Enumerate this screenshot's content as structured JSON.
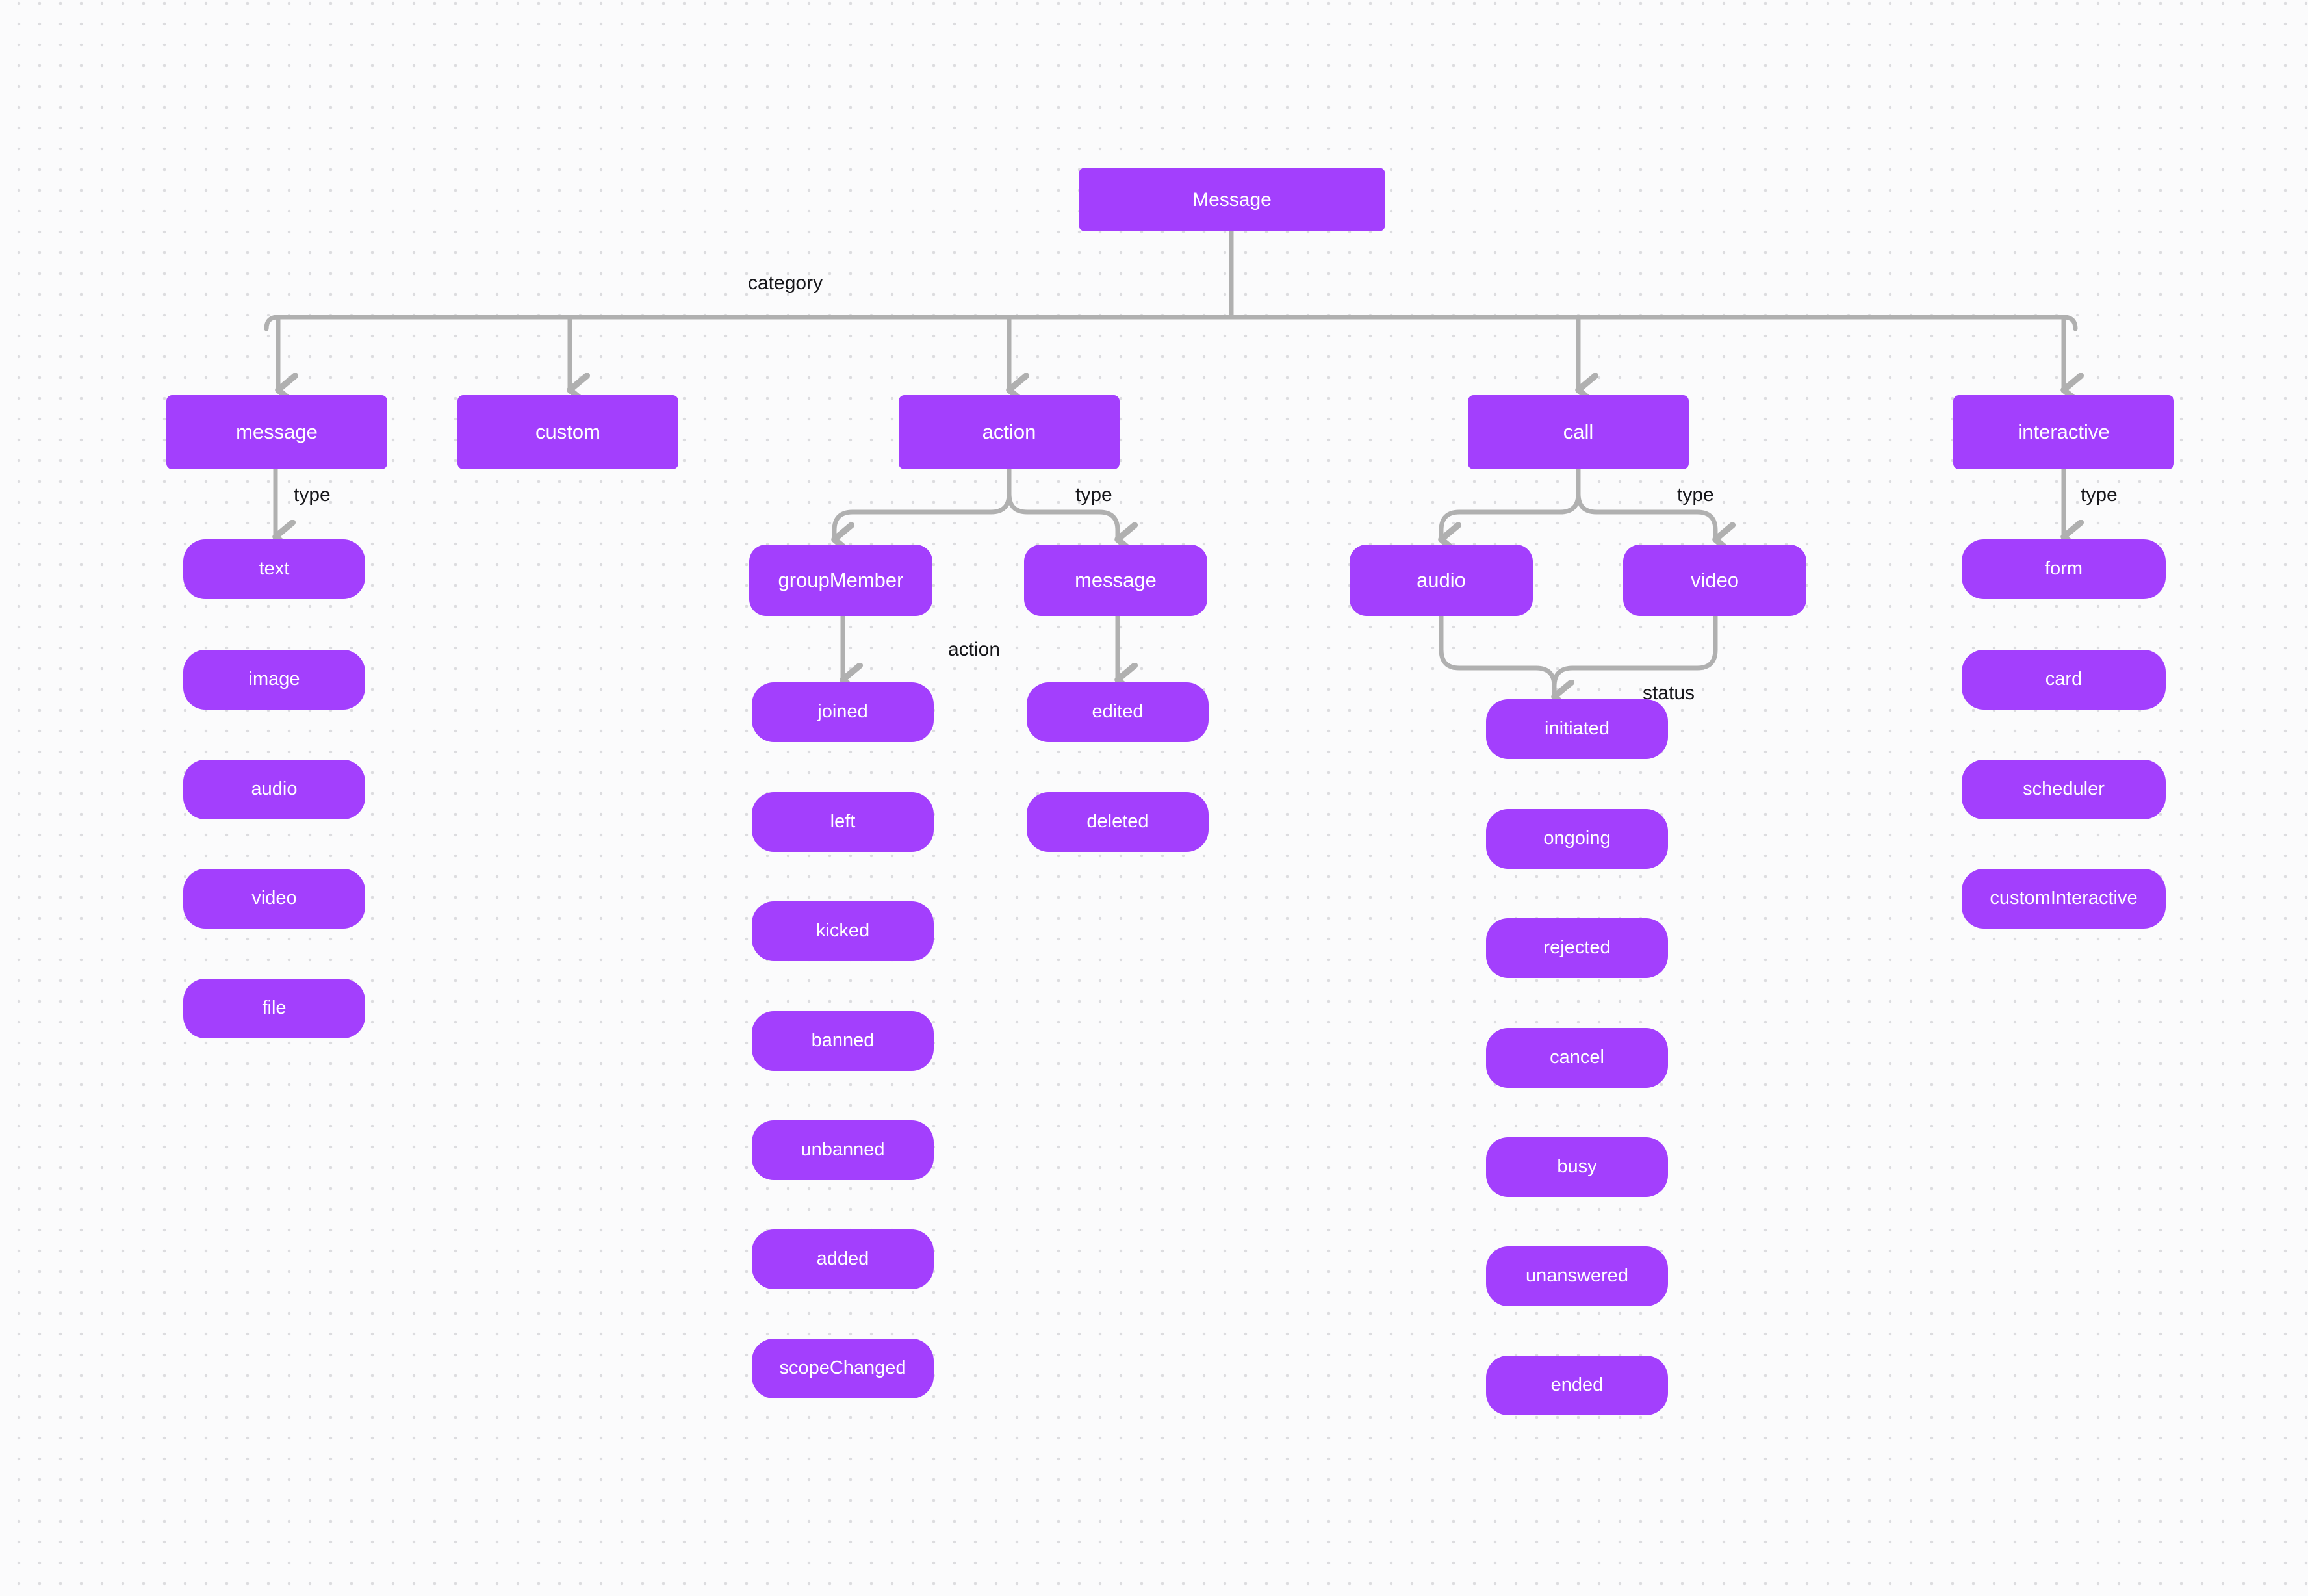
{
  "diagram": {
    "title": "Message",
    "accent_color": "#a33ffd",
    "edge_color": "#b0b0b0",
    "label_color": "#16161a",
    "background_color": "#fbfbfc",
    "dot_color": "#dcdcdf"
  },
  "root": {
    "label": "Message"
  },
  "edge_labels": {
    "category": "category",
    "type_message": "type",
    "type_action": "type",
    "type_call": "type",
    "type_interactive": "type",
    "action": "action",
    "status": "status"
  },
  "categories": [
    {
      "id": "message",
      "label": "message"
    },
    {
      "id": "custom",
      "label": "custom"
    },
    {
      "id": "action",
      "label": "action"
    },
    {
      "id": "call",
      "label": "call"
    },
    {
      "id": "interactive",
      "label": "interactive"
    }
  ],
  "message_types": [
    {
      "label": "text"
    },
    {
      "label": "image"
    },
    {
      "label": "audio"
    },
    {
      "label": "video"
    },
    {
      "label": "file"
    }
  ],
  "action_types": [
    {
      "label": "groupMember"
    },
    {
      "label": "message"
    }
  ],
  "group_member_actions": [
    {
      "label": "joined"
    },
    {
      "label": "left"
    },
    {
      "label": "kicked"
    },
    {
      "label": "banned"
    },
    {
      "label": "unbanned"
    },
    {
      "label": "added"
    },
    {
      "label": "scopeChanged"
    }
  ],
  "message_actions": [
    {
      "label": "edited"
    },
    {
      "label": "deleted"
    }
  ],
  "call_types": [
    {
      "label": "audio"
    },
    {
      "label": "video"
    }
  ],
  "call_statuses": [
    {
      "label": "initiated"
    },
    {
      "label": "ongoing"
    },
    {
      "label": "rejected"
    },
    {
      "label": "cancel"
    },
    {
      "label": "busy"
    },
    {
      "label": "unanswered"
    },
    {
      "label": "ended"
    }
  ],
  "interactive_types": [
    {
      "label": "form"
    },
    {
      "label": "card"
    },
    {
      "label": "scheduler"
    },
    {
      "label": "customInteractive"
    }
  ]
}
